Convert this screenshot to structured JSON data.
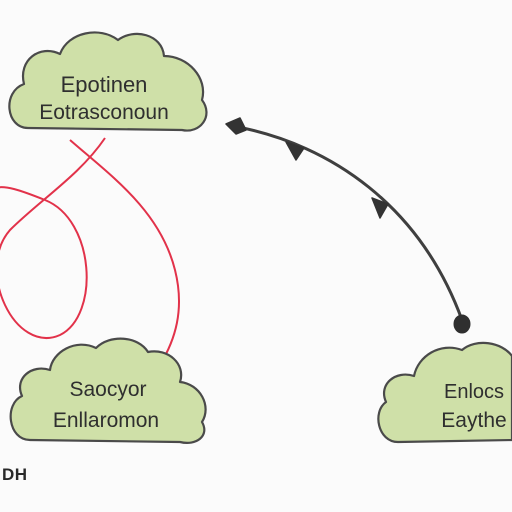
{
  "nodes": [
    {
      "id": "top-left",
      "line1": "Epotinen",
      "line2": "Eotrasconoun"
    },
    {
      "id": "bottom-left",
      "line1": "Saocyor",
      "line2": "Enllaromon"
    },
    {
      "id": "bottom-right",
      "line1": "Enlocs",
      "line2": "Eaythe"
    }
  ],
  "corner_label": "DH",
  "colors": {
    "cloud_fill": "#cfe0a8",
    "outline": "#4a4a4a",
    "red_connector": "#e2324a",
    "dark_connector": "#3f3f3f"
  }
}
